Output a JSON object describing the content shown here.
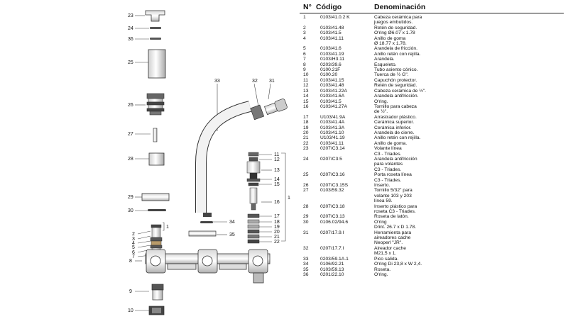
{
  "diagram": {
    "callouts": {
      "p23": "23",
      "p24": "24",
      "p36": "36",
      "p25": "25",
      "p26": "26",
      "p27": "27",
      "p28": "28",
      "p29": "29",
      "p30": "30",
      "p2": "2",
      "p3": "3",
      "p4": "4",
      "p5": "5",
      "p6": "6",
      "p7": "7",
      "p1a": "1",
      "p8": "8",
      "p9": "9",
      "p10": "10",
      "p33": "33",
      "p32": "32",
      "p31": "31",
      "p34": "34",
      "p35": "35",
      "p11": "11",
      "p12": "12",
      "p13": "13",
      "p14": "14",
      "p15": "15",
      "p16": "16",
      "p17": "17",
      "p18": "18",
      "p19": "19",
      "p20": "20",
      "p21": "21",
      "p22": "22",
      "p1b": "1"
    }
  },
  "table": {
    "headers": {
      "num": "N°",
      "code": "Código",
      "den": "Denominación"
    },
    "rows": [
      {
        "n": "1",
        "code": "0103/41.0.2 K",
        "den": [
          "Cabeza cerámica para",
          "juegos embutidos."
        ]
      },
      {
        "n": "2",
        "code": "0103/41.48",
        "den": [
          "Retén de seguridad."
        ]
      },
      {
        "n": "3",
        "code": "0103/41.5",
        "den": [
          "O'ring Ø6.07 x 1.78"
        ]
      },
      {
        "n": "4",
        "code": "0103/41.11",
        "den": [
          "Anillo de goma",
          "Ø 18.77 x 1.78."
        ]
      },
      {
        "n": "5",
        "code": "0103/41.6",
        "den": [
          "Arandela de fricción."
        ]
      },
      {
        "n": "6",
        "code": "0103/41.19",
        "den": [
          "Anillo retén con rejilla."
        ]
      },
      {
        "n": "7",
        "code": "0103/H3.11",
        "den": [
          "Arandela."
        ]
      },
      {
        "n": "8",
        "code": "0203/39.6",
        "den": [
          "Esqueleto."
        ]
      },
      {
        "n": "9",
        "code": "0100.21F",
        "den": [
          "Tubo asiento cónico."
        ]
      },
      {
        "n": "10",
        "code": "0100.20",
        "den": [
          "Tuerca de ½ G\"."
        ]
      },
      {
        "n": "11",
        "code": "0103/41.15",
        "den": [
          "Capuchón protector."
        ]
      },
      {
        "n": "12",
        "code": "0103/41.48",
        "den": [
          "Retén de seguridad."
        ]
      },
      {
        "n": "13",
        "code": "0103/41.22A",
        "den": [
          "Cabeza cerámica de ½\"."
        ]
      },
      {
        "n": "14",
        "code": "0103/41.6A",
        "den": [
          "Arandela antifricción."
        ]
      },
      {
        "n": "15",
        "code": "0103/41.5",
        "den": [
          "O'ring."
        ]
      },
      {
        "n": "16",
        "code": "0103/41.27A",
        "den": [
          "Tornillo para cabeza",
          "de ½\"."
        ]
      },
      {
        "n": "17",
        "code": "U103/41.9A",
        "den": [
          "Arrastrador plástico."
        ]
      },
      {
        "n": "18",
        "code": "0103/41.4A",
        "den": [
          "Cerámica superior."
        ]
      },
      {
        "n": "19",
        "code": "0103/41.3A",
        "den": [
          "Cerámica inferior."
        ]
      },
      {
        "n": "20",
        "code": "0103/41.10",
        "den": [
          "Arandela de cierre."
        ]
      },
      {
        "n": "21",
        "code": "U103/41.19",
        "den": [
          "Anillo retén con rejilla."
        ]
      },
      {
        "n": "22",
        "code": "0103/41.11",
        "den": [
          "Anillo de goma."
        ]
      },
      {
        "n": "23",
        "code": "0207/C3.14",
        "den": [
          "Volante línea",
          "C3 - Triades."
        ]
      },
      {
        "n": "24",
        "code": "0207/C3.5",
        "den": [
          "Arandela antifricción",
          "para volantes",
          "C3 - Triades."
        ]
      },
      {
        "n": "25",
        "code": "0207/C3.16",
        "den": [
          "Porta roseta línea",
          "C3 - Triades."
        ]
      },
      {
        "n": "26",
        "code": "0207/C3.15S",
        "den": [
          "Inserto."
        ]
      },
      {
        "n": "27",
        "code": "0103/59.32",
        "den": [
          "Tornillo 5/32\" para",
          "volante 103 y 203",
          "línea 59."
        ]
      },
      {
        "n": "28",
        "code": "0207/C3.18",
        "den": [
          "Inserto plástico para",
          "roseta C3 - Triades."
        ]
      },
      {
        "n": "29",
        "code": "0207/C3.13",
        "den": [
          "Roseta de latón."
        ]
      },
      {
        "n": "30",
        "code": "0106.02/94.6",
        "den": [
          "O'ring",
          "D/int. 26.7 x D 1.78."
        ]
      },
      {
        "n": "31",
        "code": "0207/17.9.I",
        "den": [
          "Herramienta para",
          "aireadores cache",
          "Neoperl \"JR\"."
        ]
      },
      {
        "n": "32",
        "code": "0207/17.7.I",
        "den": [
          "Aireador cache",
          "M21,5 x 1."
        ]
      },
      {
        "n": "33",
        "code": "0203/59.1A.1",
        "den": [
          "Pico salida."
        ]
      },
      {
        "n": "34",
        "code": "0106/92.21",
        "den": [
          "O'ring Di 23,8 x W 2,4."
        ]
      },
      {
        "n": "35",
        "code": "0103/59.13",
        "den": [
          "Roseta."
        ]
      },
      {
        "n": "36",
        "code": "0201/22.10",
        "den": [
          "O'ring."
        ]
      }
    ]
  }
}
